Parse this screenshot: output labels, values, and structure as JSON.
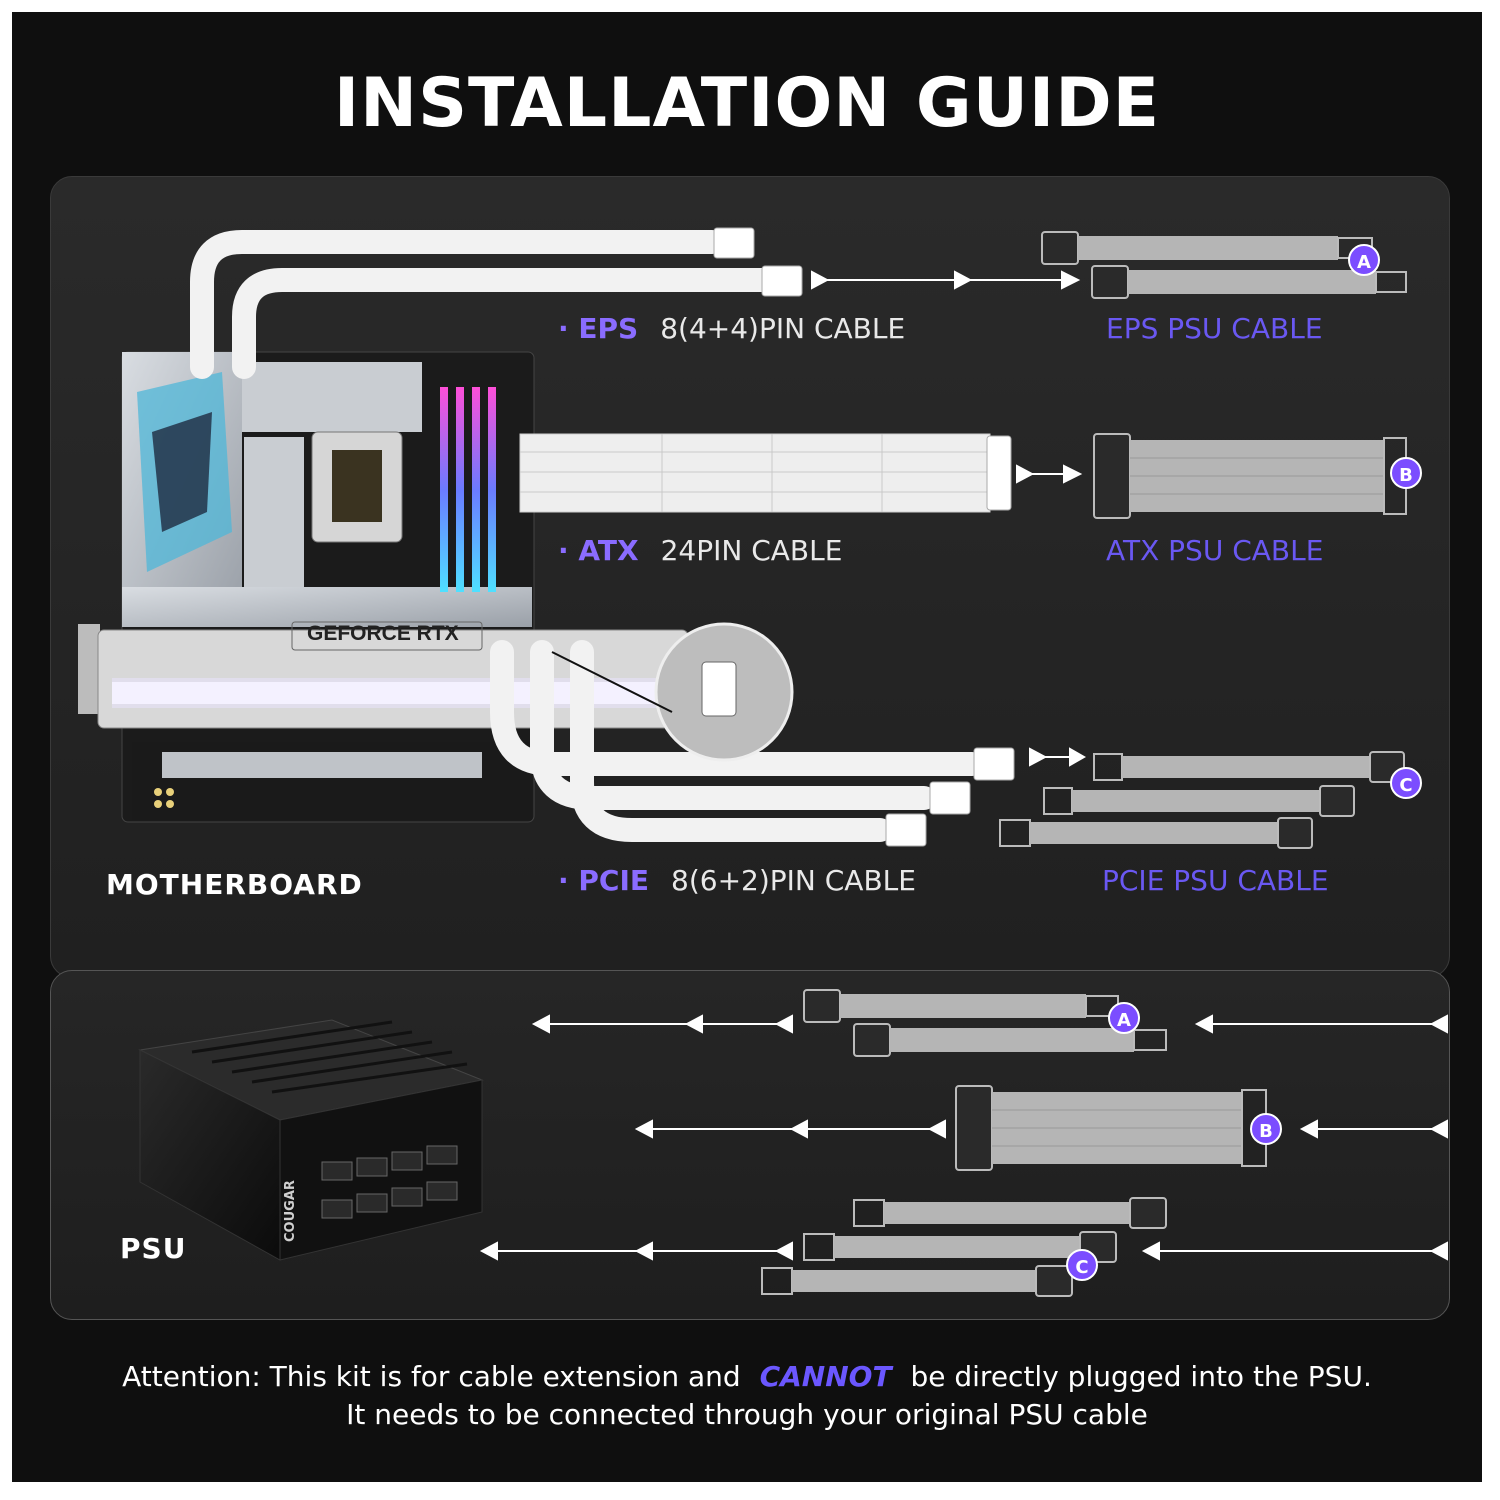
{
  "title": "INSTALLATION GUIDE",
  "cables": {
    "eps": {
      "keyword": "EPS",
      "desc": "8(4+4)PIN CABLE",
      "psu_label": "EPS PSU CABLE",
      "badge": "A"
    },
    "atx": {
      "keyword": "ATX",
      "desc": "24PIN CABLE",
      "psu_label": "ATX PSU CABLE",
      "badge": "B"
    },
    "pcie": {
      "keyword": "PCIE",
      "desc": "8(6+2)PIN CABLE",
      "psu_label": "PCIE PSU CABLE",
      "badge": "C"
    }
  },
  "motherboard": {
    "label": "MOTHERBOARD",
    "gpu_text": "GEFORCE RTX"
  },
  "psu": {
    "label": "PSU",
    "brand": "COUGAR"
  },
  "attention": {
    "prefix": "Attention: This kit is for cable extension and",
    "emphasis": "CANNOT",
    "suffix": "be directly plugged into the PSU.",
    "line2": "It needs to be connected through your original PSU cable"
  },
  "colors": {
    "accent": "#8a6cff",
    "psu_label": "#6a58f2",
    "badge": "#7b4dff",
    "cable_white": "#f2f2f2",
    "cable_gray": "#b9b9b9"
  },
  "icons": [
    "arrow-right-icon",
    "arrow-left-icon",
    "badge-a-icon",
    "badge-b-icon",
    "badge-c-icon"
  ]
}
